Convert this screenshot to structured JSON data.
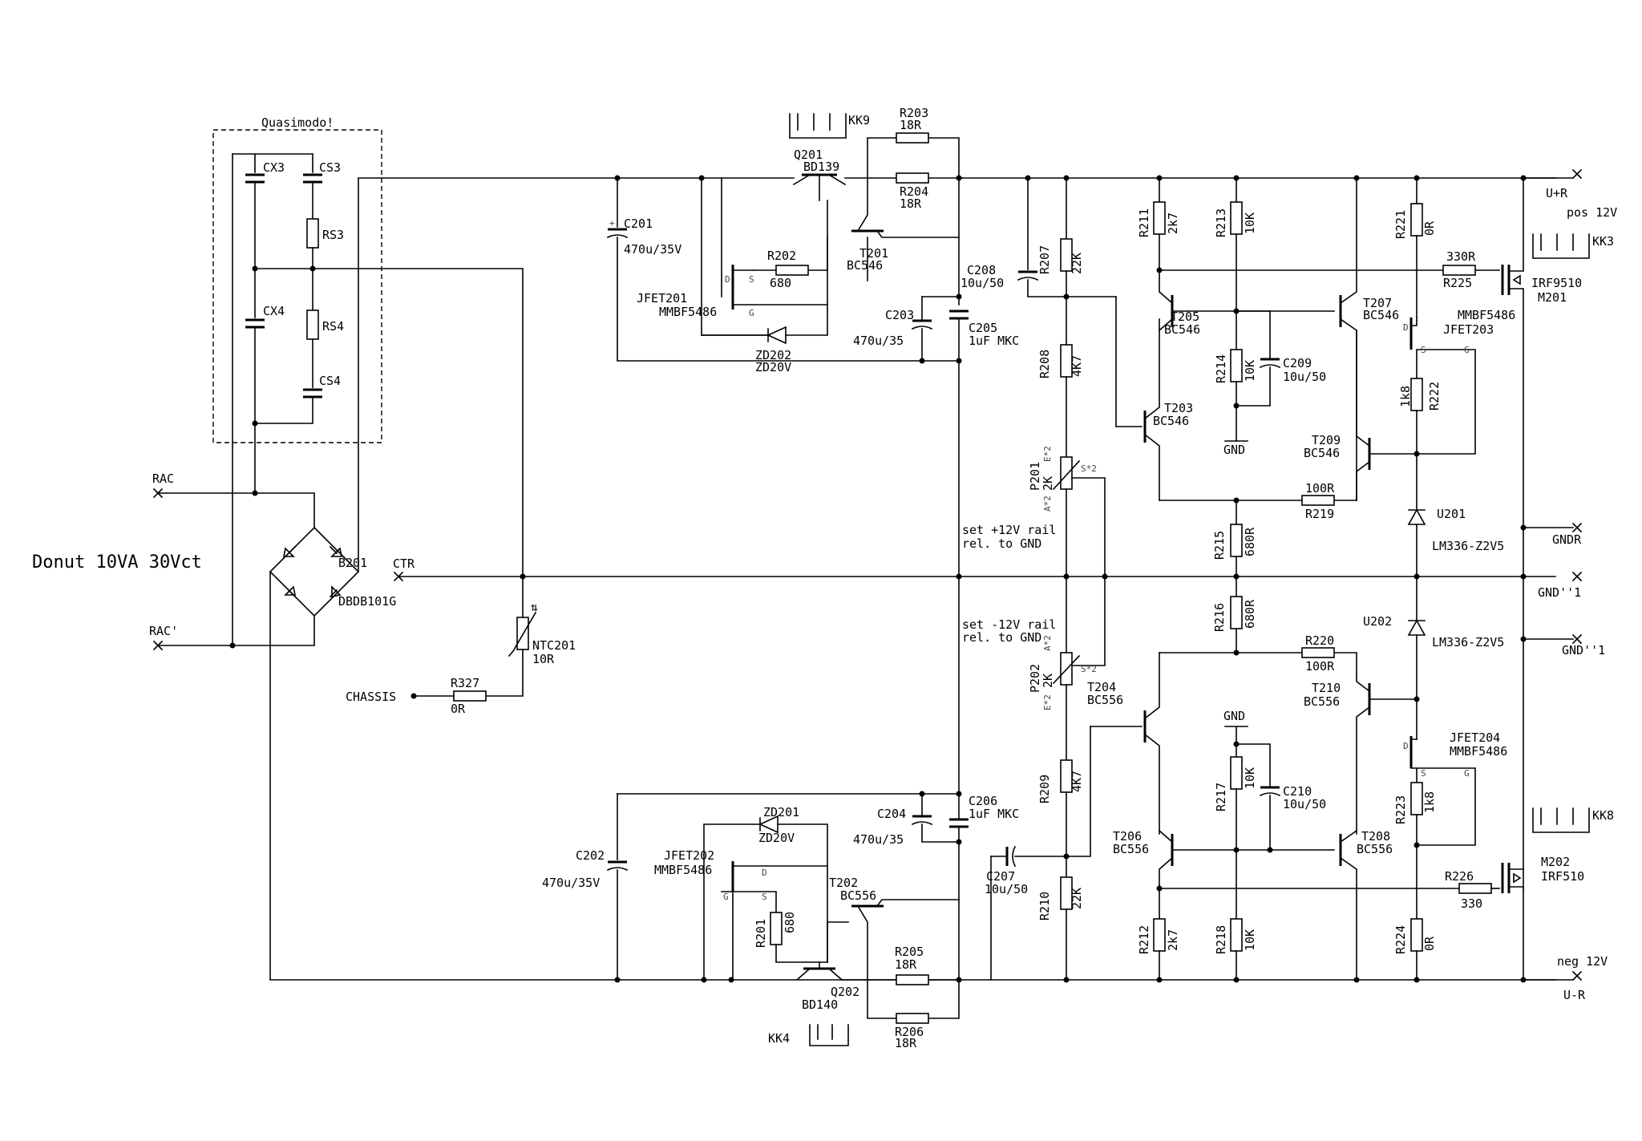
{
  "title": "Donut 10VA 30Vct",
  "quasimodo": {
    "label": "Quasimodo!",
    "cx3": "CX3",
    "cs3": "CS3",
    "rs3": "RS3",
    "cx4": "CX4",
    "rs4": "RS4",
    "cs4": "CS4"
  },
  "nets": {
    "rac": "RAC",
    "rac2": "RAC'",
    "ctr": "CTR",
    "chassis": "CHASSIS",
    "upr": "U+R",
    "pos12": "pos 12V",
    "gndr": "GNDR",
    "gnd1": "GND''1",
    "gnd2": "GND''1",
    "neg12": "neg 12V",
    "umr": "U-R",
    "gnd_a": "GND",
    "gnd_b": "GND"
  },
  "bridge": {
    "ref": "B201",
    "value": "DBDB101G"
  },
  "ntc": {
    "ref": "NTC201",
    "value": "10R"
  },
  "r327": {
    "ref": "R327",
    "value": "0R"
  },
  "heatsinks": {
    "kk9": "KK9",
    "kk4": "KK4",
    "kk3": "KK3",
    "kk8": "KK8"
  },
  "parts": {
    "r203": [
      "R203",
      "18R"
    ],
    "r204": [
      "R204",
      "18R"
    ],
    "q201": [
      "Q201",
      "BD139"
    ],
    "t201": [
      "T201",
      "BC546"
    ],
    "r202": [
      "R202",
      "680"
    ],
    "c201": [
      "C201",
      "470u/35V"
    ],
    "jfet201": [
      "JFET201",
      "MMBF5486"
    ],
    "zd202": [
      "ZD202",
      "ZD20V"
    ],
    "c203": [
      "C203",
      "470u/35"
    ],
    "c205": [
      "C205",
      "1uF MKC"
    ],
    "c208": [
      "C208",
      "10u/50"
    ],
    "r207": [
      "R207",
      "22K"
    ],
    "r208": [
      "R208",
      "4K7"
    ],
    "p201": [
      "P201",
      "2K"
    ],
    "r211": [
      "R211",
      "2k7"
    ],
    "r213": [
      "R213",
      "10K"
    ],
    "t205": [
      "T205",
      "BC546"
    ],
    "t207": [
      "T207",
      "BC546"
    ],
    "r214": [
      "R214",
      "10K"
    ],
    "c209": [
      "C209",
      "10u/50"
    ],
    "t203": [
      "T203",
      "BC546"
    ],
    "t209": [
      "T209",
      "BC546"
    ],
    "r219": [
      "R219",
      "100R"
    ],
    "r215": [
      "R215",
      "680R"
    ],
    "r221": [
      "R221",
      "0R"
    ],
    "r225": [
      "R225",
      "330R"
    ],
    "m201": [
      "M201",
      "IRF9510"
    ],
    "jfet203": [
      "JFET203",
      "MMBF5486"
    ],
    "r222": [
      "R222",
      "1k8"
    ],
    "u201": [
      "U201",
      "LM336-Z2V5"
    ],
    "r216": [
      "R216",
      "680R"
    ],
    "u202": [
      "U202",
      "LM336-Z2V5"
    ],
    "r220": [
      "R220",
      "100R"
    ],
    "t210": [
      "T210",
      "BC556"
    ],
    "p202": [
      "P202",
      "2K"
    ],
    "t204": [
      "T204",
      "BC556"
    ],
    "jfet204": [
      "JFET204",
      "MMBF5486"
    ],
    "r223": [
      "R223",
      "1k8"
    ],
    "r217": [
      "R217",
      "10K"
    ],
    "c210": [
      "C210",
      "10u/50"
    ],
    "r209": [
      "R209",
      "4K7"
    ],
    "t206": [
      "T206",
      "BC556"
    ],
    "t208": [
      "T208",
      "BC556"
    ],
    "m202": [
      "M202",
      "IRF510"
    ],
    "r226": [
      "R226",
      "330"
    ],
    "c207": [
      "C207",
      "10u/50"
    ],
    "r210": [
      "R210",
      "22K"
    ],
    "r212": [
      "R212",
      "2k7"
    ],
    "r218": [
      "R218",
      "10K"
    ],
    "r224": [
      "R224",
      "0R"
    ],
    "c202": [
      "C202",
      "470u/35V"
    ],
    "jfet202": [
      "JFET202",
      "MMBF5486"
    ],
    "zd201": [
      "ZD201",
      "ZD20V"
    ],
    "r201": [
      "R201",
      "680"
    ],
    "c204": [
      "C204",
      "470u/35"
    ],
    "c206": [
      "C206",
      "1uF MKC"
    ],
    "t202": [
      "T202",
      "BC556"
    ],
    "q202": [
      "Q202",
      "BD140"
    ],
    "r205": [
      "R205",
      "18R"
    ],
    "r206": [
      "R206",
      "18R"
    ]
  },
  "notes": {
    "pos1": "set +12V rail",
    "pos2": "rel. to GND",
    "neg1": "set -12V rail",
    "neg2": "rel. to GND"
  },
  "pins": {
    "d": "D",
    "s": "S",
    "g": "G",
    "e2": "E*2",
    "s2": "S*2",
    "a2": "A*2",
    "plus": "+"
  }
}
